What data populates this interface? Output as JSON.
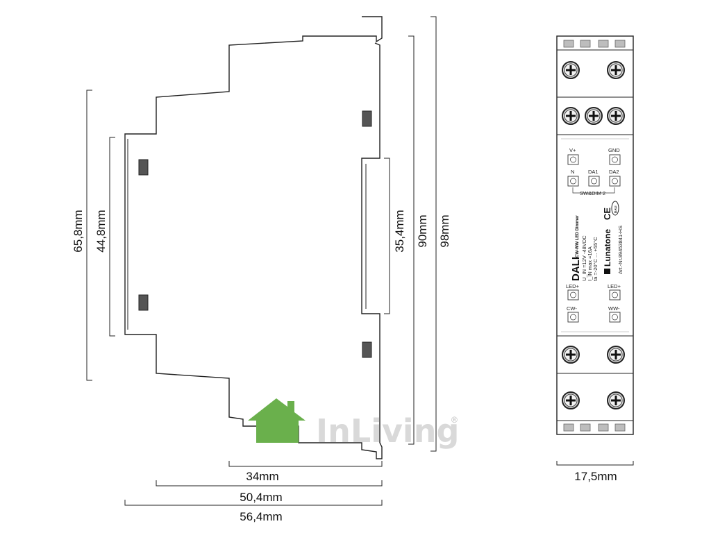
{
  "dimensions": {
    "height_65_8": "65,8mm",
    "height_44_8": "44,8mm",
    "height_35_4": "35,4mm",
    "height_90": "90mm",
    "height_98": "98mm",
    "width_34": "34mm",
    "width_50_4": "50,4mm",
    "width_56_4": "56,4mm",
    "width_17_5": "17,5mm"
  },
  "front_panel": {
    "top_labels": [
      "V+",
      "GND",
      "N",
      "DA1",
      "DA2"
    ],
    "group_label": "SW&DIM 2",
    "product_name": "DALI",
    "product_subtitle": "CW-WW LED Dimmer",
    "spec_voltage": "U_IN =12V -48VDC",
    "spec_current": "I_IN max =16A",
    "spec_temp": "ta =-20°C ... +55°C",
    "brand": "Lunatone",
    "article": "Art.-Nr.89453841-HS",
    "ce_mark": "CE",
    "dali_logo": "DALI",
    "bottom_labels": [
      "LED+",
      "LED+",
      "CW-",
      "WW-"
    ]
  },
  "watermark": {
    "text": "InLiving",
    "registered": "®",
    "house_color": "#6ab04c"
  }
}
